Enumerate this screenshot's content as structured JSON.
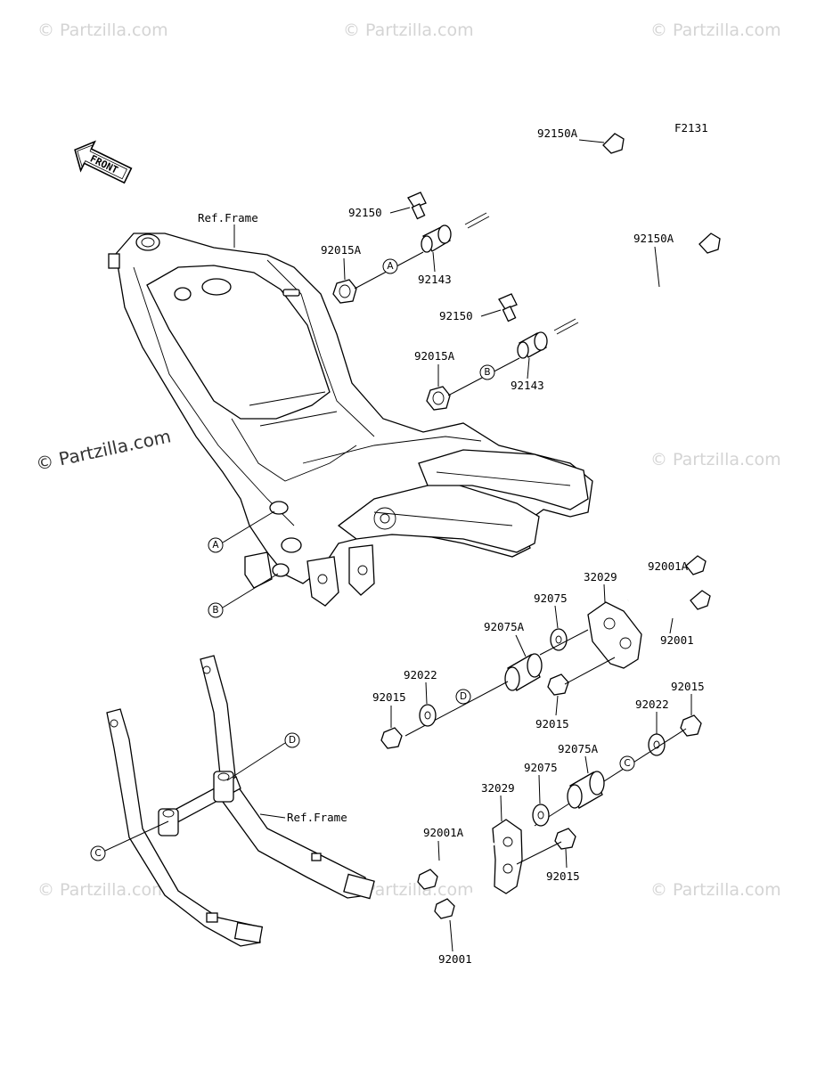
{
  "figure_code": "F2131",
  "front_label": "FRONT",
  "watermark": {
    "text": "© Partzilla.com",
    "main_text": "© Partzilla.com"
  },
  "labels": {
    "ref_frame_top": "Ref.Frame",
    "ref_frame_bottom": "Ref.Frame",
    "p92150A_top": "92150A",
    "p92150A_mid": "92150A",
    "p92150_top": "92150",
    "p92150_mid": "92150",
    "p92015A_top": "92015A",
    "p92015A_mid": "92015A",
    "p92143_top": "92143",
    "p92143_mid": "92143",
    "p92001A_right": "92001A",
    "p32029_right": "32029",
    "p92075_right": "92075",
    "p92075A_right": "92075A",
    "p92001_right": "92001",
    "p92022_left": "92022",
    "p92015_left": "92015",
    "p92015_center": "92015",
    "p92015_far_right": "92015",
    "p92022_right": "92022",
    "p92075A_lower": "92075A",
    "p92075_lower": "92075",
    "p32029_lower": "32029",
    "p92001A_lower": "92001A",
    "p92015_lower": "92015",
    "p92001_lower": "92001"
  },
  "callouts": {
    "A": "A",
    "B": "B",
    "C": "C",
    "D": "D"
  }
}
